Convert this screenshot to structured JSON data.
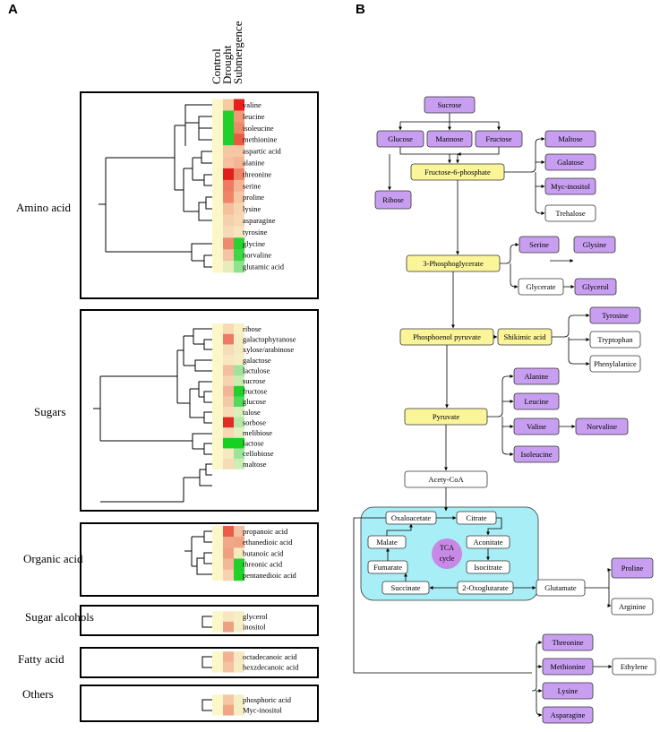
{
  "panelA": {
    "letter": "A",
    "columns": [
      "Control",
      "Drought",
      "Submergence"
    ],
    "groups": [
      {
        "label": "Amino acid",
        "rows": [
          {
            "name": "valine",
            "colors": [
              "#fbf7c9",
              "#f7caa0",
              "#e9201a"
            ]
          },
          {
            "name": "leucine",
            "colors": [
              "#fbf7c9",
              "#1fd12a",
              "#f09a7a"
            ]
          },
          {
            "name": "isoleucine",
            "colors": [
              "#fbf7c9",
              "#1fd12a",
              "#ee8a6a"
            ]
          },
          {
            "name": "methionine",
            "colors": [
              "#fbf7c9",
              "#1fd12a",
              "#e95a42"
            ]
          },
          {
            "name": "aspartic acid",
            "colors": [
              "#fbf7c9",
              "#f5c7a3",
              "#f5c7a3"
            ]
          },
          {
            "name": "alanine",
            "colors": [
              "#fbf7c9",
              "#f5c0a0",
              "#f3b595"
            ]
          },
          {
            "name": "threonine",
            "colors": [
              "#fbf7c9",
              "#e01e1a",
              "#ef8368"
            ]
          },
          {
            "name": "serine",
            "colors": [
              "#fbf7c9",
              "#ee7b62",
              "#f3b595"
            ]
          },
          {
            "name": "proline",
            "colors": [
              "#fbf7c9",
              "#ee8568",
              "#f5c7a3"
            ]
          },
          {
            "name": "lysine",
            "colors": [
              "#fbf7c9",
              "#f4c09d",
              "#f7d4b0"
            ]
          },
          {
            "name": "asparagine",
            "colors": [
              "#fbf7c9",
              "#f5d0ad",
              "#f7d7b4"
            ]
          },
          {
            "name": "tyrosine",
            "colors": [
              "#fbf7c9",
              "#f7dbb8",
              "#f8e4c0"
            ]
          },
          {
            "name": "glycine",
            "colors": [
              "#fbf7c9",
              "#ee8a6e",
              "#27d232"
            ]
          },
          {
            "name": "norvaline",
            "colors": [
              "#fbf7c9",
              "#f5c4a2",
              "#3fd746"
            ]
          },
          {
            "name": "glutamic acid",
            "colors": [
              "#fbf7c9",
              "#e8ecba",
              "#8fe28f"
            ]
          }
        ]
      },
      {
        "label": "Sugars",
        "rows": [
          {
            "name": "ribose",
            "colors": [
              "#fbf7c9",
              "#f7d9b6",
              "#f6f0c4"
            ]
          },
          {
            "name": "galactophyranose",
            "colors": [
              "#fbf7c9",
              "#ec7a64",
              "#f4eec2"
            ]
          },
          {
            "name": "xylose/arabinose",
            "colors": [
              "#fbf7c9",
              "#f4ddb8",
              "#f2ecc0"
            ]
          },
          {
            "name": "galactose",
            "colors": [
              "#fbf7c9",
              "#f8e6c0",
              "#f5eec4"
            ]
          },
          {
            "name": "lactulose",
            "colors": [
              "#fbf7c9",
              "#f4bfa0",
              "#9fe39c"
            ]
          },
          {
            "name": "sucrose",
            "colors": [
              "#fbf7c9",
              "#f6d4b0",
              "#c9ecb2"
            ]
          },
          {
            "name": "fructose",
            "colors": [
              "#fbf7c9",
              "#f2b595",
              "#21d12b"
            ]
          },
          {
            "name": "glucose",
            "colors": [
              "#fbf7c9",
              "#f4c9a6",
              "#52d957"
            ]
          },
          {
            "name": "talose",
            "colors": [
              "#fbf7c9",
              "#f7dcb8",
              "#d9efba"
            ]
          },
          {
            "name": "sorbose",
            "colors": [
              "#fbf7c9",
              "#e02a22",
              "#b7e8a9"
            ]
          },
          {
            "name": "melibiose",
            "colors": [
              "#fbf7c9",
              "#f6d9b4",
              "#e2f0bd"
            ]
          },
          {
            "name": "lactose",
            "colors": [
              "#fbf7c9",
              "#16d022",
              "#16d022"
            ]
          },
          {
            "name": "cellobiose",
            "colors": [
              "#fbf7c9",
              "#f3eac0",
              "#9be49a"
            ]
          },
          {
            "name": "maltose",
            "colors": [
              "#fbf7c9",
              "#f5dcb7",
              "#cdeeb5"
            ]
          }
        ]
      },
      {
        "label": "Organic acid",
        "rows": [
          {
            "name": "propanoic acid",
            "colors": [
              "#fbf7c9",
              "#ea5c46",
              "#f3c2a0"
            ]
          },
          {
            "name": "ethanedioic acid",
            "colors": [
              "#fbf7c9",
              "#f1a888",
              "#f0a485"
            ]
          },
          {
            "name": "butanoic acid",
            "colors": [
              "#fbf7c9",
              "#f0a080",
              "#f3eac0"
            ]
          },
          {
            "name": "threonic acid",
            "colors": [
              "#fbf7c9",
              "#f3b898",
              "#1fd12a"
            ]
          },
          {
            "name": "pentanedioic acid",
            "colors": [
              "#fbf7c9",
              "#f6d2ae",
              "#1fd12a"
            ]
          }
        ]
      },
      {
        "label": "Sugar alcohols",
        "rows": [
          {
            "name": "glycerol",
            "colors": [
              "#fbf7c9",
              "#f8e6c0",
              "#f6efc5"
            ]
          },
          {
            "name": "inositol",
            "colors": [
              "#fbf7c9",
              "#eea083",
              "#f6efc5"
            ]
          }
        ]
      },
      {
        "label": "Fatty acid",
        "rows": [
          {
            "name": "octadecanoic acid",
            "colors": [
              "#fbf7c9",
              "#f2b292",
              "#f5e8c2"
            ]
          },
          {
            "name": "hexzdecanoic acid",
            "colors": [
              "#fbf7c9",
              "#f4c3a2",
              "#f6ecc3"
            ]
          }
        ]
      },
      {
        "label": "Others",
        "rows": [
          {
            "name": "phosphoric acid",
            "colors": [
              "#fbf7c9",
              "#f4c8a5",
              "#f6efc5"
            ]
          },
          {
            "name": "Myc-inositol",
            "colors": [
              "#fbf7c9",
              "#efa586",
              "#f6efc5"
            ]
          }
        ]
      }
    ]
  },
  "panelB": {
    "letter": "B",
    "tca_label": [
      "TCA",
      "cycle"
    ],
    "nodes": {
      "sucrose": "Sucrose",
      "glucose": "Glucose",
      "mannose": "Mannose",
      "fructose": "Fructose",
      "f6p": "Fructose-6-phosphate",
      "ribose": "Ribose",
      "maltose": "Maltose",
      "galatose": "Galatose",
      "myc_inositol": "Myc-inositol",
      "trehalose": "Trehalose",
      "pga": "3-Phosphoglycerate",
      "serine": "Serine",
      "glysine": "Glysine",
      "glycerate": "Glycerate",
      "glycerol": "Glycerol",
      "pep": "Phosphoenol pyruvate",
      "shikimic": "Shikimic acid",
      "tyrosine": "Tyrosine",
      "tryptophan": "Tryptophan",
      "phenylalanice": "Phenylalanice",
      "pyruvate": "Pyruvate",
      "alanine": "Alanine",
      "leucine": "Leucine",
      "valine": "Valine",
      "norvaline": "Norvaline",
      "isoleucine": "Isoleucine",
      "acetyl_coa": "Acety-CoA",
      "oxaloacetate": "Oxaloacetate",
      "citrate": "Citrate",
      "malate": "Malate",
      "aconitate": "Aconitate",
      "fumarate": "Fumarate",
      "isocitrate": "Isocitrate",
      "succinate": "Succinate",
      "oxoglutarate": "2-Oxoglutarate",
      "glutamate": "Glutamate",
      "proline": "Proline",
      "arginine": "Arginine",
      "threonine": "Threonine",
      "methionine": "Methionine",
      "ethylene": "Ethylene",
      "lysine": "Lysine",
      "asparagine": "Asparagine"
    },
    "colors": {
      "purple": "#c89ff0",
      "yellow": "#fbf59a",
      "white": "#ffffff",
      "tca_bg": "#a8eef6",
      "tca_circle": "#c889e6"
    }
  }
}
